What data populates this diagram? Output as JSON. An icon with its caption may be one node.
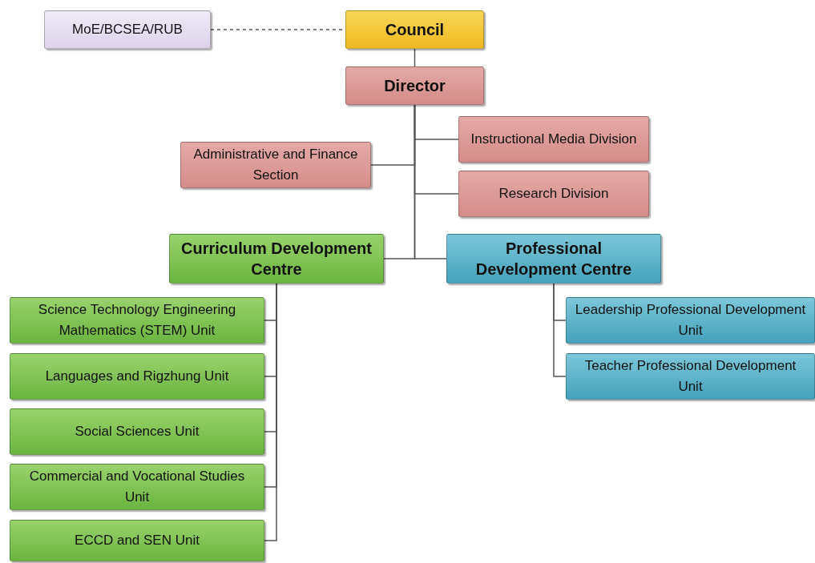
{
  "diagram": {
    "nodes": [
      {
        "text": [
          "MoE/BCSEA/RUB"
        ]
      },
      {
        "text": [
          "Council"
        ]
      },
      {
        "text": [
          "Director"
        ]
      },
      {
        "text": [
          "Instructional Media Division"
        ]
      },
      {
        "text": [
          "Administrative and Finance Section"
        ]
      },
      {
        "text": [
          "Research Division"
        ]
      },
      {
        "text": [
          "Curriculum Development Centre"
        ]
      },
      {
        "text": [
          "Professional Development Centre"
        ]
      },
      {
        "text": [
          "Science Technology Engineering Mathematics (STEM) Unit"
        ]
      },
      {
        "text": [
          "Languages and Rigzhung Unit"
        ]
      },
      {
        "text": [
          "Social Sciences Unit"
        ]
      },
      {
        "text": [
          "Commercial and Vocational Studies Unit"
        ]
      },
      {
        "text": [
          "ECCD and SEN Unit"
        ]
      },
      {
        "text": [
          "Leadership Professional Development Unit"
        ]
      },
      {
        "text": [
          "Teacher Professional Development Unit"
        ]
      }
    ],
    "edges": [
      {
        "from": 0,
        "to": 1,
        "arrow": "none",
        "style": "dashed"
      },
      {
        "from": 1,
        "to": 2,
        "arrow": "none"
      },
      {
        "from": 2,
        "to": 3,
        "arrow": "none"
      },
      {
        "from": 2,
        "to": 4,
        "arrow": "none"
      },
      {
        "from": 2,
        "to": 5,
        "arrow": "none"
      },
      {
        "from": 2,
        "to": 6,
        "arrow": "none"
      },
      {
        "from": 2,
        "to": 7,
        "arrow": "none"
      },
      {
        "from": 6,
        "to": 8,
        "arrow": "none"
      },
      {
        "from": 6,
        "to": 9,
        "arrow": "none"
      },
      {
        "from": 6,
        "to": 10,
        "arrow": "none"
      },
      {
        "from": 6,
        "to": 11,
        "arrow": "none"
      },
      {
        "from": 6,
        "to": 12,
        "arrow": "none"
      },
      {
        "from": 7,
        "to": 13,
        "arrow": "none"
      },
      {
        "from": 7,
        "to": 14,
        "arrow": "none"
      }
    ]
  }
}
